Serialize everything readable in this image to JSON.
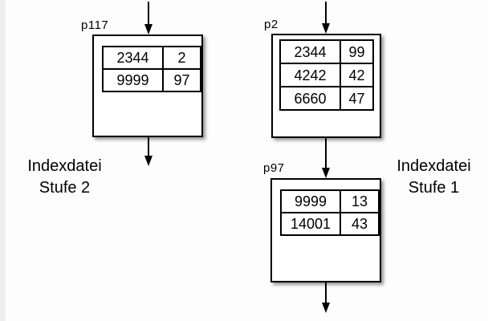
{
  "diagram": {
    "nodes": [
      {
        "label": "p117",
        "rows": [
          [
            "2344",
            "2"
          ],
          [
            "9999",
            "97"
          ]
        ]
      },
      {
        "label": "p2",
        "rows": [
          [
            "2344",
            "99"
          ],
          [
            "4242",
            "42"
          ],
          [
            "6660",
            "47"
          ]
        ]
      },
      {
        "label": "p97",
        "rows": [
          [
            "9999",
            "13"
          ],
          [
            "14001",
            "43"
          ]
        ]
      }
    ],
    "captions": {
      "left": {
        "line1": "Indexdatei",
        "line2": "Stufe 2"
      },
      "right": {
        "line1": "Indexdatei",
        "line2": "Stufe 1"
      }
    },
    "colors": {
      "line": "#000000",
      "box_fill": "#ffffff",
      "background": "#fdfdfd"
    }
  }
}
